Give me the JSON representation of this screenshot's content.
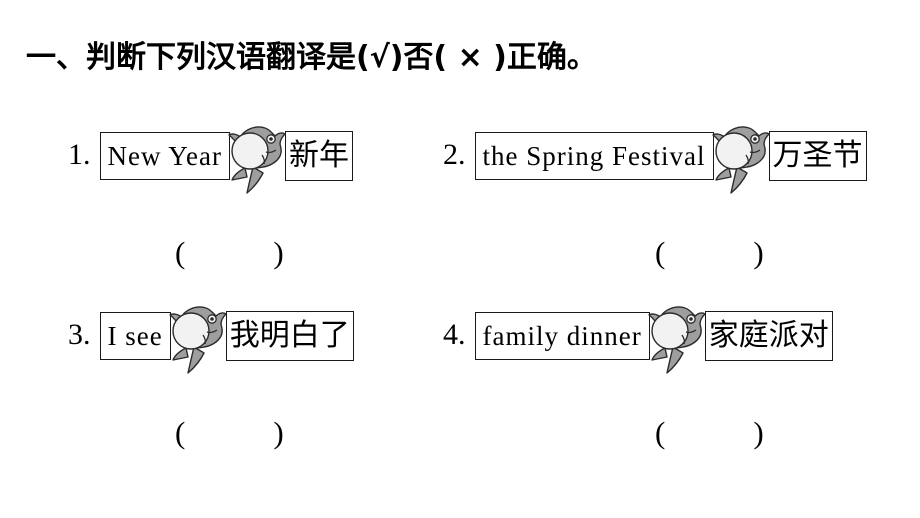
{
  "page": {
    "background_color": "#ffffff",
    "ink_color": "#000000"
  },
  "section": {
    "title_prefix": "一、判断下列汉语翻译是(",
    "title_tick": "√",
    "title_middle": ")否( ",
    "title_cross": "×",
    "title_suffix": " )正确。",
    "full_title": "一、判断下列汉语翻译是(√)否( × )正确。"
  },
  "items": [
    {
      "number": "1.",
      "english": "New Year",
      "chinese": "新年",
      "separator_icon": "goldfish-icon",
      "answer_open": "(",
      "answer_close": ")",
      "answer_value": ""
    },
    {
      "number": "2.",
      "english": "the Spring Festival",
      "chinese": "万圣节",
      "separator_icon": "goldfish-icon",
      "answer_open": "(",
      "answer_close": ")",
      "answer_value": ""
    },
    {
      "number": "3.",
      "english": "I see",
      "chinese": "我明白了",
      "separator_icon": "goldfish-icon",
      "answer_open": "(",
      "answer_close": ")",
      "answer_value": ""
    },
    {
      "number": "4.",
      "english": "family dinner",
      "chinese": "家庭派对",
      "separator_icon": "goldfish-icon",
      "answer_open": "(",
      "answer_close": ")",
      "answer_value": ""
    }
  ],
  "icon_colors": {
    "fish_body": "#9e9e9e",
    "fish_outline": "#2b2b2b",
    "fish_bubble": "#f2f2f2"
  }
}
